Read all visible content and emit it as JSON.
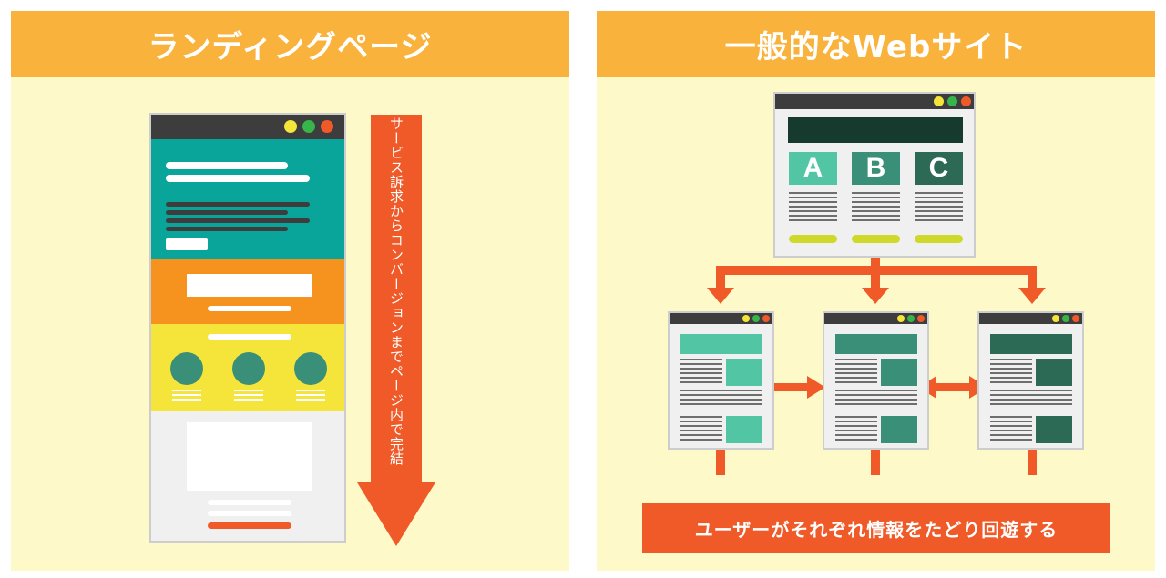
{
  "left_panel": {
    "title": "ランディングページ",
    "flow_label": "サービス訴求からコンバージョンまでページ内で完結"
  },
  "right_panel": {
    "title": "一般的なWebサイト",
    "top_page_sections": [
      "A",
      "B",
      "C"
    ],
    "caption": "ユーザーがそれぞれ情報をたどり回遊する"
  },
  "colors": {
    "header": "#f9b23b",
    "panel_bg": "#fef9c9",
    "arrow": "#ef5a28",
    "teal": "#0aa59a",
    "orange": "#f6931f",
    "yellow": "#f5e53a",
    "green_light": "#52c5a4",
    "green_mid": "#3a8f78",
    "green_dark": "#2c6a55"
  }
}
